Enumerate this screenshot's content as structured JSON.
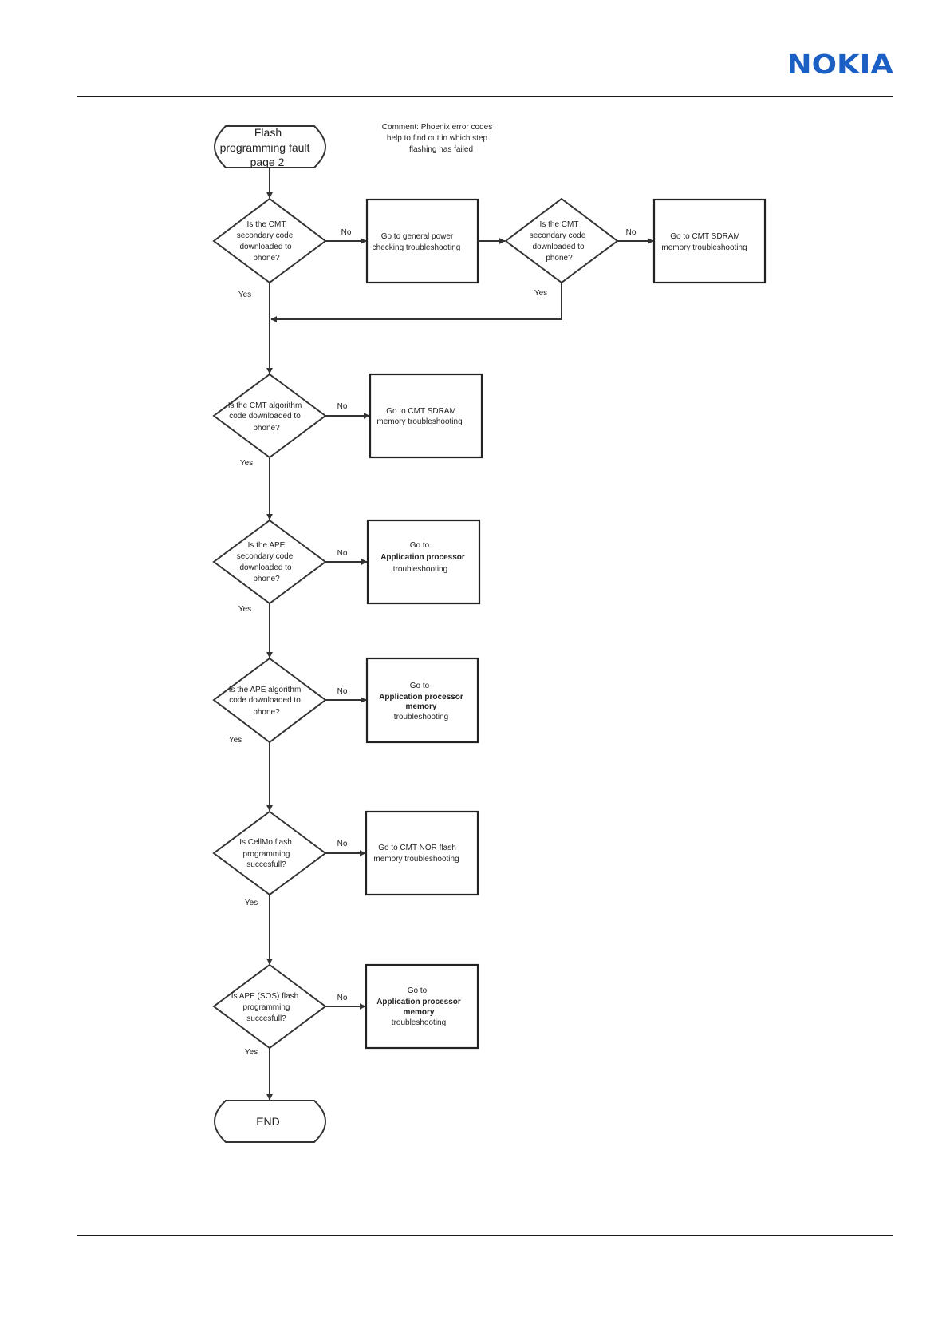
{
  "brand": {
    "name": "NOKIA",
    "color": "#1c5fc4"
  },
  "comment": [
    "Comment: Phoenix error codes",
    "help to find out in which step",
    "flashing has failed"
  ],
  "start": [
    "Flash",
    "programming fault",
    "page 2"
  ],
  "end": "END",
  "labels": {
    "yes": "Yes",
    "no": "No"
  },
  "decisions": [
    [
      "Is the CMT",
      "secondary code",
      "downloaded to",
      "phone?"
    ],
    [
      "Is the CMT",
      "secondary code",
      "downloaded to",
      "phone?"
    ],
    [
      "Is the CMT algorithm",
      "code downloaded to",
      "phone?"
    ],
    [
      "Is the APE",
      "secondary code",
      "downloaded to",
      "phone?"
    ],
    [
      "Is the APE algorithm",
      "code downloaded to",
      "phone?"
    ],
    [
      "Is CellMo flash",
      "programming",
      "succesfull?"
    ],
    [
      "Is APE (SOS) flash",
      "programming",
      "succesfull?"
    ]
  ],
  "actions": [
    [
      "Go to general power",
      "checking troubleshooting"
    ],
    [
      "Go to CMT SDRAM",
      "memory troubleshooting"
    ],
    [
      "Go to CMT SDRAM",
      "memory troubleshooting"
    ],
    [
      "Go to",
      "Application processor",
      "troubleshooting"
    ],
    [
      "Go to",
      "Application processor",
      "memory",
      "troubleshooting"
    ],
    [
      "Go to CMT NOR flash",
      "memory troubleshooting"
    ],
    [
      "Go to",
      "Application processor",
      "memory",
      "troubleshooting"
    ]
  ]
}
